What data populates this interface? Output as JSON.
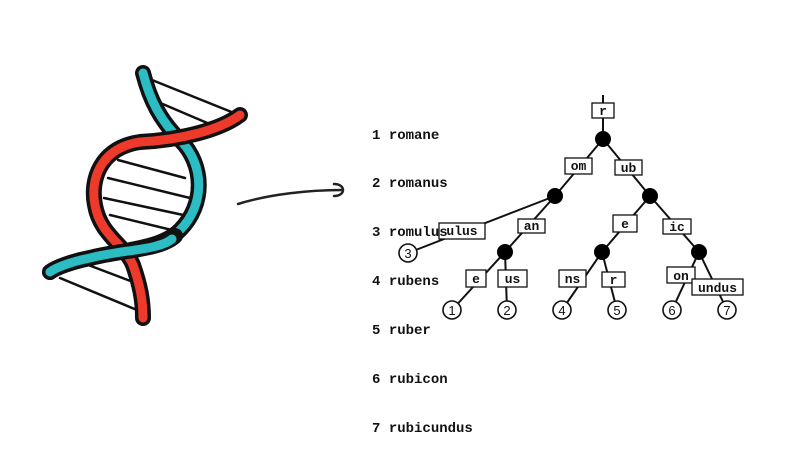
{
  "word_list": [
    {
      "n": "1",
      "word": "romane"
    },
    {
      "n": "2",
      "word": "romanus"
    },
    {
      "n": "3",
      "word": "romulus"
    },
    {
      "n": "4",
      "word": "rubens"
    },
    {
      "n": "5",
      "word": "ruber"
    },
    {
      "n": "6",
      "word": "rubicon"
    },
    {
      "n": "7",
      "word": "rubicundus"
    }
  ],
  "tree": {
    "edges": {
      "root": "r",
      "om": "om",
      "ub": "ub",
      "ulus": "ulus",
      "an": "an",
      "e_left": "e",
      "us": "us",
      "e_right": "e",
      "ic": "ic",
      "ns": "ns",
      "r_leaf": "r",
      "on": "on",
      "undus": "undus"
    },
    "leaves": {
      "l1": "1",
      "l2": "2",
      "l3": "3",
      "l4": "4",
      "l5": "5",
      "l6": "6",
      "l7": "7"
    }
  },
  "colors": {
    "strand_a": "#2bbcc4",
    "strand_b": "#ee3a2a",
    "outline": "#111111"
  }
}
